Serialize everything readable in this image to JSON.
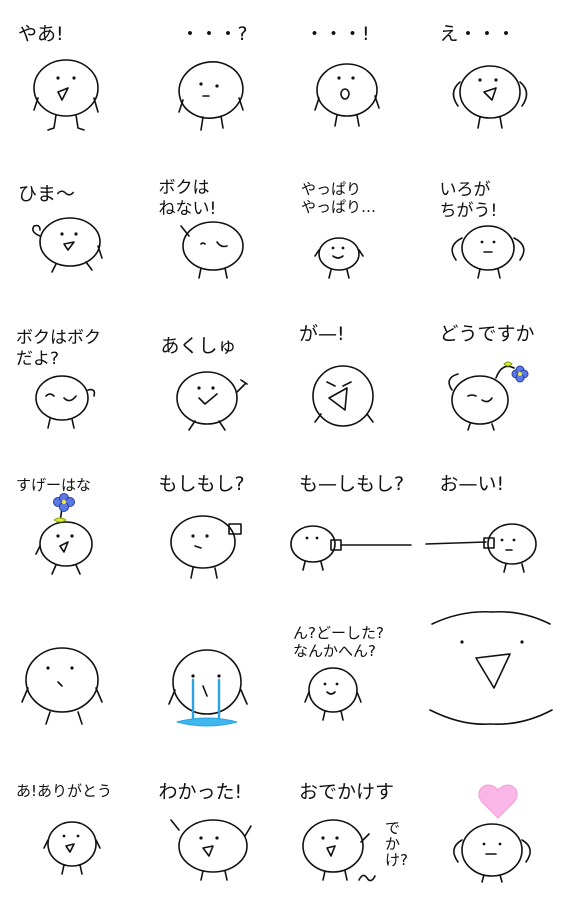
{
  "stickers": [
    {
      "id": "yaa",
      "caption": "やあ!"
    },
    {
      "id": "question",
      "caption": "・・・?"
    },
    {
      "id": "exclaim",
      "caption": "・・・!"
    },
    {
      "id": "eh",
      "caption": "え・・・"
    },
    {
      "id": "hima",
      "caption": "ひま〜"
    },
    {
      "id": "neru",
      "caption": "ボクは\nねない!"
    },
    {
      "id": "yappari",
      "caption": "やっぱり\nやっぱり…"
    },
    {
      "id": "iroga",
      "caption": "いろが\nちがう!"
    },
    {
      "id": "bokuwa",
      "caption": "ボクはボク\nだよ?"
    },
    {
      "id": "akubi",
      "caption": "あくしゅ"
    },
    {
      "id": "gaa",
      "caption": "が—!"
    },
    {
      "id": "doudesu",
      "caption": "どうですか"
    },
    {
      "id": "sugoi",
      "caption": "すげーはな"
    },
    {
      "id": "moshi",
      "caption": "もしもし?"
    },
    {
      "id": "moshi2",
      "caption": "も—しもし?"
    },
    {
      "id": "ooi",
      "caption": "お—い!"
    },
    {
      "id": "blank1",
      "caption": ""
    },
    {
      "id": "cry",
      "caption": ""
    },
    {
      "id": "nanka",
      "caption": "ん?どーした?\nなんかへん?"
    },
    {
      "id": "zoom",
      "caption": ""
    },
    {
      "id": "arigatou",
      "caption": "あ!ありがとう"
    },
    {
      "id": "wakatta",
      "caption": "わかった!"
    },
    {
      "id": "odekake",
      "caption": "おでかけす"
    },
    {
      "id": "heart",
      "caption": ""
    }
  ],
  "extra": {
    "dekake_side": "でかけ?"
  }
}
